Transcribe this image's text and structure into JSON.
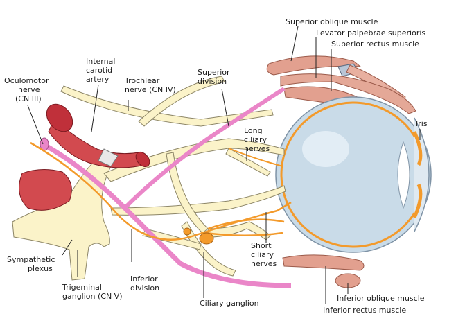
{
  "colors": {
    "nerve": "#fbf3c9",
    "nerve_stroke": "#8c8566",
    "parasympathetic": "#f39a2b",
    "oculomotor": "#ea86c8",
    "muscle": "#e2a08f",
    "muscle_stroke": "#9b5a4a",
    "artery": "#c0303a",
    "eyeball": "#c9dbe8",
    "leader": "#222222"
  },
  "labels": {
    "superior_oblique": "Superior oblique muscle",
    "levator": "Levator palpebrae superioris",
    "superior_rectus": "Superior rectus muscle",
    "iris": "Iris",
    "internal_carotid": [
      "Internal",
      "carotid",
      "artery"
    ],
    "oculomotor": [
      "Oculomotor",
      "nerve",
      "(CN III)"
    ],
    "trochlear": [
      "Trochlear",
      "nerve (CN IV)"
    ],
    "superior_division": [
      "Superior",
      "division"
    ],
    "long_ciliary": [
      "Long",
      "ciliary",
      "nerves"
    ],
    "short_ciliary": [
      "Short",
      "ciliary",
      "nerves"
    ],
    "sympathetic_plexus": [
      "Sympathetic",
      "plexus"
    ],
    "trigeminal_ganglion": [
      "Trigeminal",
      "ganglion (CN V)"
    ],
    "inferior_division": [
      "Inferior",
      "division"
    ],
    "ciliary_ganglion": "Ciliary ganglion",
    "inferior_oblique": "Inferior oblique muscle",
    "inferior_rectus": "Inferior rectus muscle"
  }
}
